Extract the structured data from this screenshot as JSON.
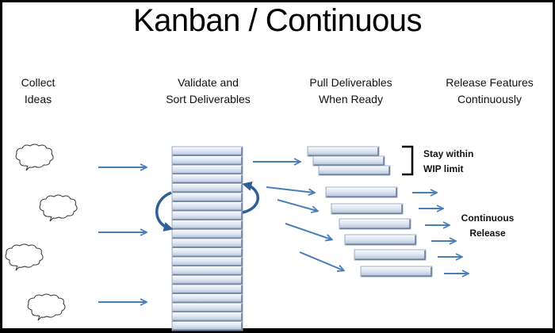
{
  "title": "Kanban / Continuous",
  "columns": [
    {
      "line1": "Collect",
      "line2": "Ideas"
    },
    {
      "line1": "Validate and",
      "line2": "Sort Deliverables"
    },
    {
      "line1": "Pull Deliverables",
      "line2": "When Ready"
    },
    {
      "line1": "Release Features",
      "line2": "Continuously"
    }
  ],
  "annotations": {
    "wip_line1": "Stay within",
    "wip_line2": "WIP limit",
    "release_line1": "Continuous",
    "release_line2": "Release"
  },
  "backlog_item_count": 20,
  "wip_item_count": 3,
  "released_item_count": 6,
  "idea_count": 4,
  "colors": {
    "arrow": "#4a7ebb",
    "curve_arrow": "#2f5f95",
    "bar_light": "#e9eef7",
    "bar_mid": "#b8c7de",
    "bar_dark": "#6d7f9a",
    "background": "#ffffff",
    "frame": "#000000"
  }
}
